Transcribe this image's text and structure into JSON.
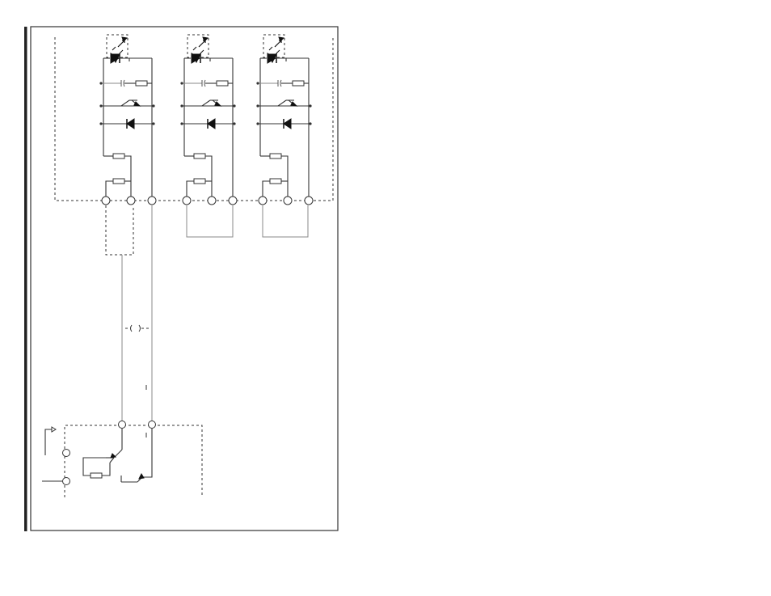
{
  "diagram": {
    "frame_bar_color": "#222222",
    "line_color": "#333333",
    "light_line_color": "#8a8a8a",
    "channels": [
      {
        "id": "channel-1",
        "components": [
          "optocoupler",
          "capacitor",
          "resistor",
          "transistor",
          "diode",
          "resistor",
          "resistor"
        ]
      },
      {
        "id": "channel-2",
        "components": [
          "optocoupler",
          "capacitor",
          "resistor",
          "transistor",
          "diode",
          "resistor",
          "resistor"
        ]
      },
      {
        "id": "channel-3",
        "components": [
          "optocoupler",
          "capacitor",
          "resistor",
          "transistor",
          "diode",
          "resistor",
          "resistor"
        ]
      }
    ],
    "terminals_per_channel": 3,
    "lower_module": {
      "components": [
        "transistor",
        "transistor",
        "resistor"
      ],
      "terminals": 4
    }
  }
}
